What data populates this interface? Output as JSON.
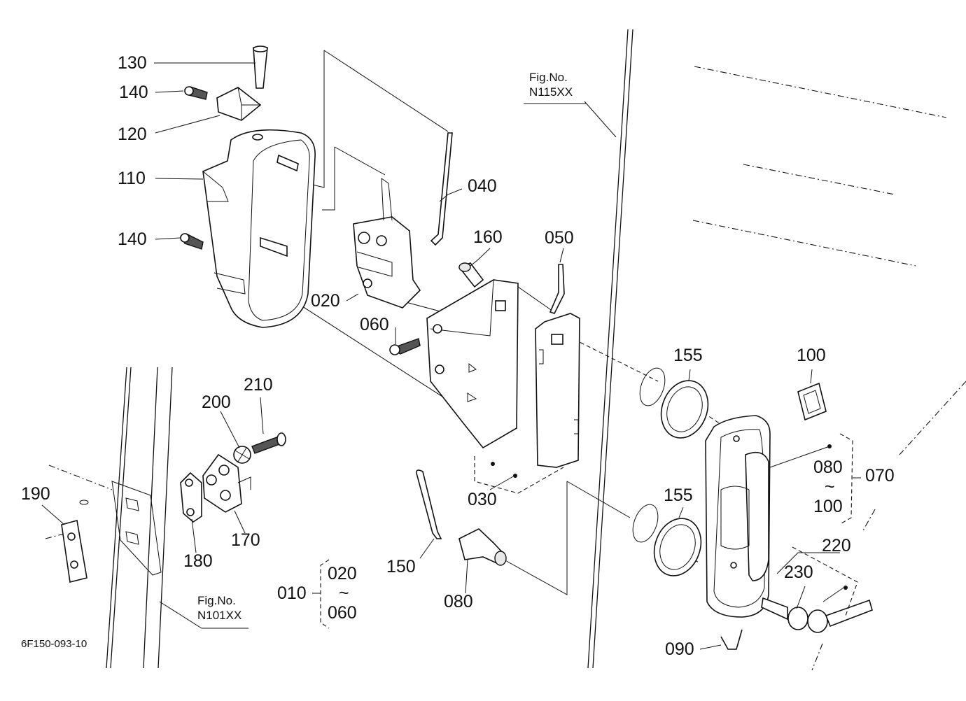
{
  "title": "",
  "drawing_code": "6F150-093-10",
  "figure_refs": [
    {
      "caption": "Fig.No.",
      "number": "N115XX"
    },
    {
      "caption": "Fig.No.",
      "number": "N101XX"
    }
  ],
  "part_labels": {
    "p130": "130",
    "p140a": "140",
    "p120": "120",
    "p110": "110",
    "p140b": "140",
    "p040": "040",
    "p020": "020",
    "p160": "160",
    "p050": "050",
    "p060": "060",
    "p030": "030",
    "p155a": "155",
    "p155b": "155",
    "p100": "100",
    "p080b": "080",
    "p100b": "100",
    "p070": "070",
    "p220": "220",
    "p230": "230",
    "p090": "090",
    "p150": "150",
    "p080": "080",
    "p210": "210",
    "p200": "200",
    "p190": "190",
    "p180": "180",
    "p170": "170"
  },
  "range_070": {
    "from": "080",
    "sep": "~",
    "to": "100"
  },
  "group_010": {
    "label": "010",
    "from": "020",
    "sep": "~",
    "to": "060"
  }
}
